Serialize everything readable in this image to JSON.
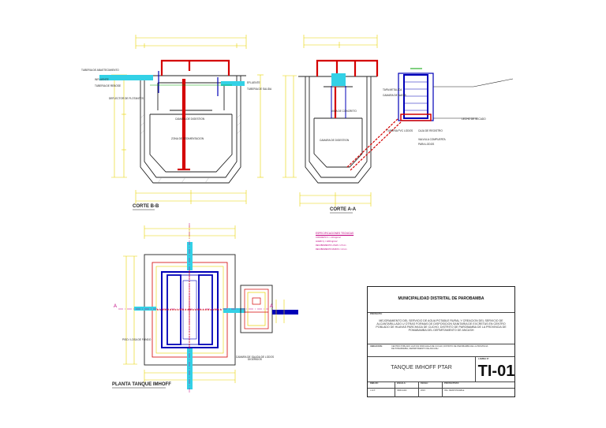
{
  "views": {
    "section_bb": "CORTE B-B",
    "section_aa": "CORTE A-A",
    "plan": "PLANTA TANQUE IMHOFF",
    "cut_marker": "A"
  },
  "labels": {
    "bb_left": [
      "TUBERIA DE ABASTECIMIENTO",
      "INFLUENTE",
      "TUBERIA DE REBOSE",
      "DEFLECTOR DE FLOTANTES"
    ],
    "bb_right": [
      "EFLUENTE",
      "TUBERIA DE SALIDA"
    ],
    "bb_inner": [
      "CAMARA DE DIGESTION",
      "ZONA DE SEDIMENTACION"
    ],
    "aa_left": [
      "TAPA METALICA",
      "CAMARA DE NATAS"
    ],
    "aa_inner": [
      "CAMARA DE DIGESTION",
      "VIGA DE CONCRETO"
    ],
    "aa_right": [
      "LECHO DE SECADO",
      "TUBERIA PVC LODOS",
      "CAJA DE REGISTRO",
      "VALVULA COMPUERTA",
      "PARA LODOS"
    ],
    "plan_left": "PISO / LOSA DE FONDO",
    "plan_box": "CAMARA DE SALIDA DE LODOS DIGERIDOS"
  },
  "specs": {
    "title": "ESPECIFICACIONES TECNICAS",
    "rows": [
      "CONCRETO f'c = 210 kg/cm2",
      "ACERO fy = 4200 kg/cm2",
      "RECUBRIMIENTO LOSAS = 2.5 cm",
      "RECUBRIMIENTO MUROS = 4.0 cm"
    ]
  },
  "title_block": {
    "institution": "MUNICIPALIDAD DISTRITAL DE PAROBAMBA",
    "project_label": "PROYECTO:",
    "project": "MEJORAMIENTO DEL SERVICIO DE AGUA POTABLE RURAL Y CREACION DEL SERVICIO DE ALCANTARILLADO U OTRAS FORMAS DE DISPOSICION SANITARIA DE EXCRETAS EN CENTRO POBLADO DE HUAYAS PARCHAGA DE CUCHO, DISTRITO DE PAROBAMBA DE LA PROVINCIA DE POMABAMBA DEL DEPARTAMENTO DE ANCASH",
    "location_label": "UBICACION:",
    "location": "CENTRO POBLADO HUAYAS PARCHAGA DE CUCHO, DISTRITO DE PAROBAMBA DE LA PROVINCIA DE POMABAMBA, DEPARTAMENTO DE ANCASH",
    "sheet_title": "TANQUE IMHOFF PTAR",
    "sheet_label": "LAMINA N°",
    "sheet_code": "TI-01",
    "footer_labels": [
      "DIBUJO:",
      "ESCALA:",
      "FECHA:",
      "PROYECTISTA:"
    ],
    "footer_values": [
      "J.H.P.",
      "INDICADA",
      "2023",
      "ING. RESPONSABLE"
    ]
  },
  "colors": {
    "red": "#d40000",
    "blue": "#0000b8",
    "cyan": "#33d1e6",
    "yellow": "#e8d200",
    "magenta": "#c00080",
    "green": "#00a000",
    "line": "#222222"
  }
}
